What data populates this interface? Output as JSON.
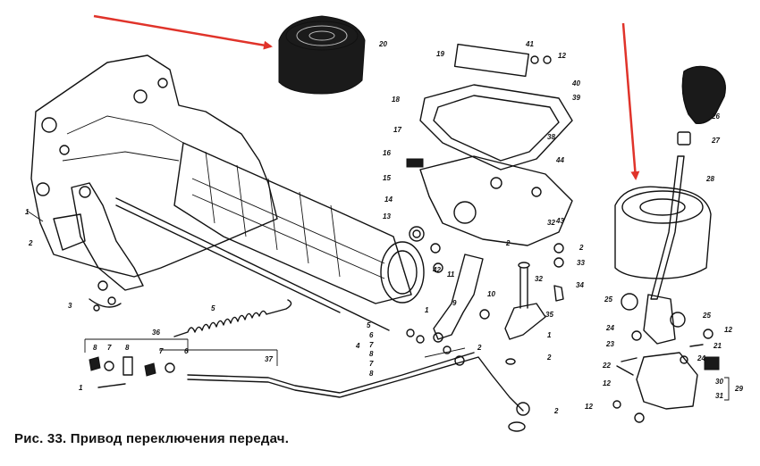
{
  "caption": "Рис. 33. Привод переключения передач.",
  "accent_color": "#e0332a",
  "labels": {
    "l1a": "1",
    "l1b": "1",
    "l1c": "1",
    "l1d": "1",
    "l2a": "2",
    "l2b": "2",
    "l2c": "2",
    "l2d": "2",
    "l2e": "2",
    "l2f": "2",
    "l3": "3",
    "l4": "4",
    "l5a": "5",
    "l5b": "5",
    "l6a": "6",
    "l6b": "6",
    "l7a": "7",
    "l7b": "7",
    "l7c": "7",
    "l8a": "8",
    "l8b": "8",
    "l8c": "8",
    "l8d": "8",
    "l9": "9",
    "l10": "10",
    "l11": "11",
    "l12a": "12",
    "l12b": "12",
    "l12c": "12",
    "l12d": "12",
    "l13": "13",
    "l14": "14",
    "l15": "15",
    "l16": "16",
    "l17": "17",
    "l18": "18",
    "l19": "19",
    "l20": "20",
    "l21": "21",
    "l22": "22",
    "l23": "23",
    "l24": "24",
    "l25a": "25",
    "l25b": "25",
    "l26": "26",
    "l27": "27",
    "l28": "28",
    "l29": "29",
    "l30": "30",
    "l31": "31",
    "l32a": "32",
    "l32b": "32",
    "l33": "33",
    "l34": "34",
    "l35": "35",
    "l36": "36",
    "l37": "37",
    "l38": "38",
    "l39": "39",
    "l40": "40",
    "l41": "41",
    "l42": "42",
    "l43": "43",
    "l44": "44"
  }
}
